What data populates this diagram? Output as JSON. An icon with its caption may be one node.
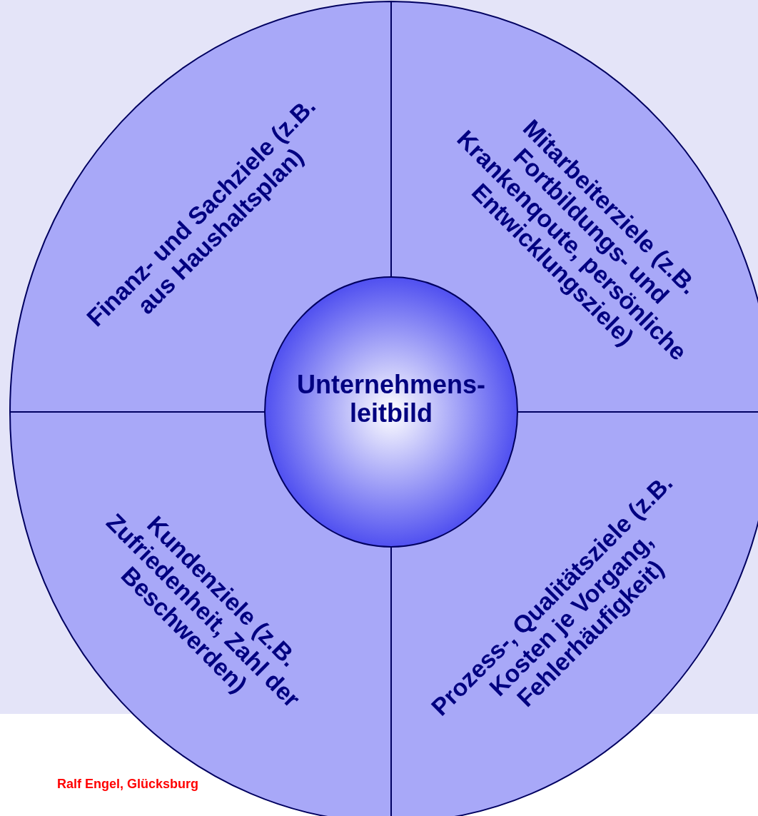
{
  "diagram": {
    "nodes": [
      {
        "text": [
          "Finanz- und Sachziele (z.B. aus Haushaltsplan)"
        ]
      },
      {
        "text": [
          "Mitarbeiterziele (z.B. Fortbildungs- und Krankenqoute, persönliche Entwicklungsziele)"
        ]
      },
      {
        "text": [
          "Unternehmens- leitbild"
        ]
      },
      {
        "text": [
          "Kundenziele (z.B. Zufriedenheit, Zahl der Beschwerden)"
        ]
      },
      {
        "text": [
          "Prozess-, Qualitätsziele (z.B. Kosten je Vorgang, Fehlerhäufigkeit)"
        ]
      }
    ],
    "edges": [],
    "labels": [
      "Ralf Engel, Glücksburg"
    ]
  }
}
